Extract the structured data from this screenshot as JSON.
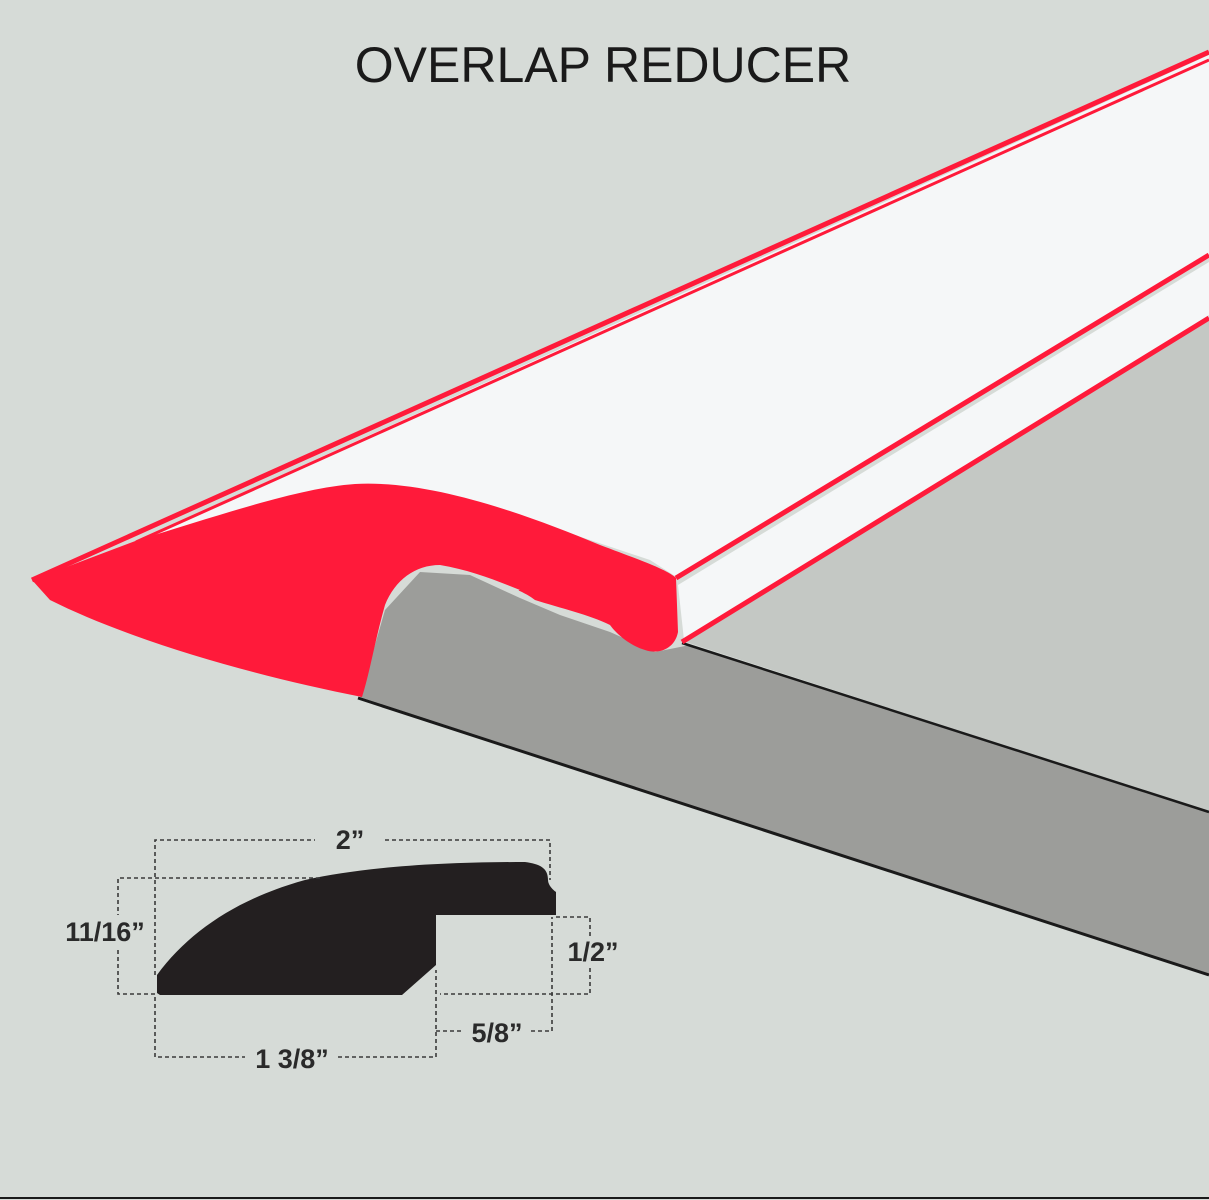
{
  "title": "OVERLAP REDUCER",
  "colors": {
    "background": "#d6dbd7",
    "wall": "#c4c8c4",
    "floor_top": "#9c9d9a",
    "molding_profile": "#ff1a3a",
    "molding_face": "#f5f7f8",
    "cross_section": "#231f20",
    "line": "#1a1a1a"
  },
  "dimensions": {
    "total_width": "2”",
    "total_height": "11/16”",
    "lip_height": "1/2”",
    "base_width": "1 3/8”",
    "overlap_width": "5/8”"
  }
}
